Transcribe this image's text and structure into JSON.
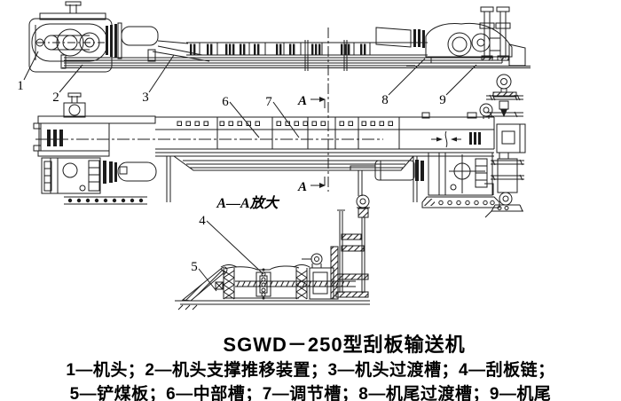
{
  "figure": {
    "title": "SGWD－250型刮板输送机",
    "section_view_label": "A—A放大",
    "section_marker": "A",
    "labels": {
      "n1": "1",
      "n2": "2",
      "n3": "3",
      "n4": "4",
      "n5": "5",
      "n6": "6",
      "n7": "7",
      "n8": "8",
      "n9": "9"
    }
  },
  "legend": {
    "line1": "1—机头；2—机头支撑推移装置；3—机头过渡槽；4—刮板链；",
    "line2": "5—铲煤板；6—中部槽；7—调节槽；8—机尾过渡槽；9—机尾"
  }
}
